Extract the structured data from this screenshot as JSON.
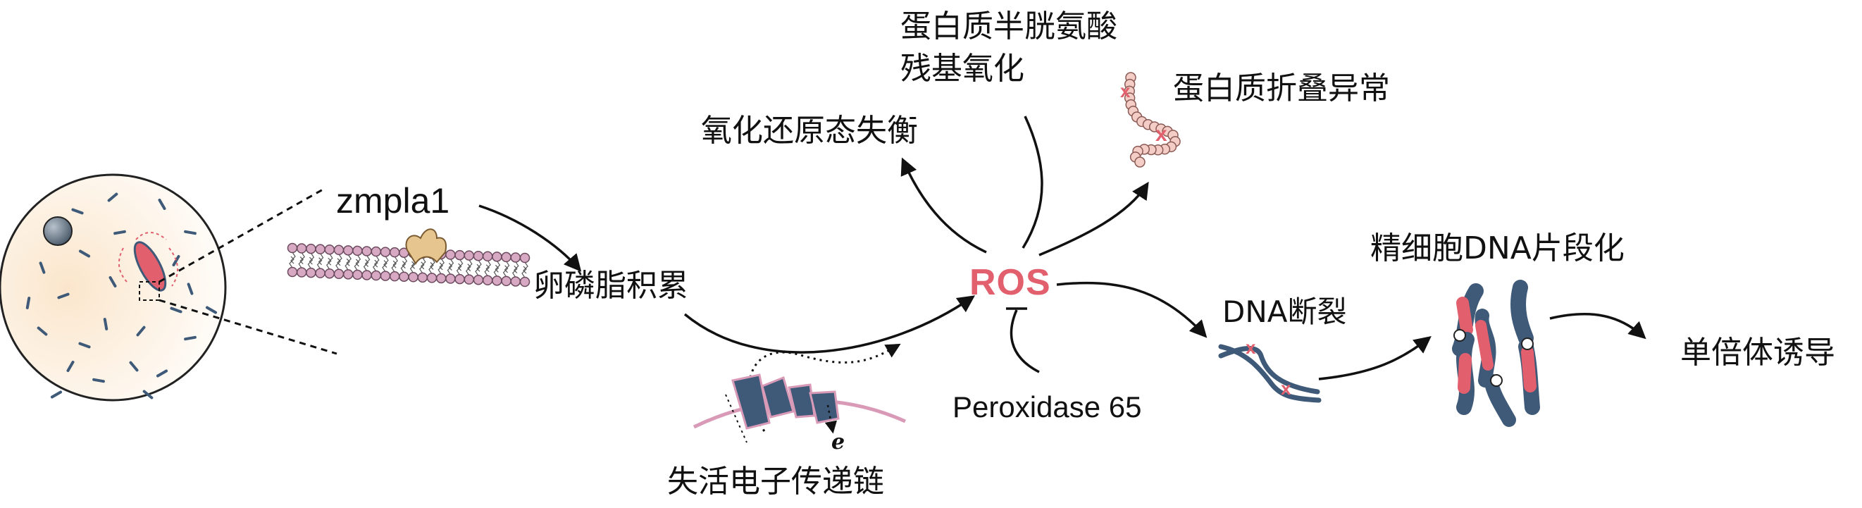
{
  "nodes": {
    "gene": "zmpla1",
    "lecithin": "卵磷脂积累",
    "ros": "ROS",
    "redox": "氧化还原态失衡",
    "cysteine_line1": "蛋白质半胱氨酸",
    "cysteine_line2": "残基氧化",
    "misfold": "蛋白质折叠异常",
    "dna_break": "DNA断裂",
    "dna_frag": "精细胞DNA片段化",
    "haploid": "单倍体诱导",
    "peroxidase": "Peroxidase 65",
    "etc": "失活电子传递链",
    "electron": "e"
  },
  "colors": {
    "ros": "#e2606e",
    "lipid_head": "#d7a9c3",
    "protein": "#e6c58f",
    "chromosome": "#3e5a78",
    "damage_mark": "#e2606e",
    "pollen_fill": "#fbeee0",
    "membrane": "#d99ab8"
  }
}
